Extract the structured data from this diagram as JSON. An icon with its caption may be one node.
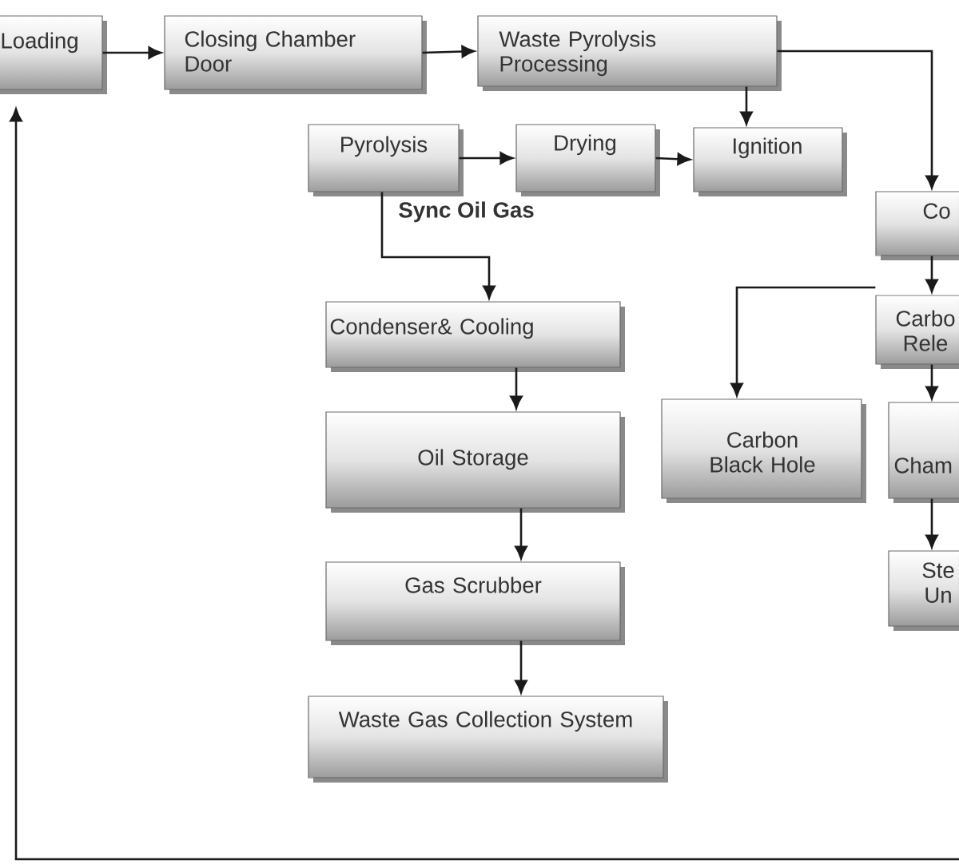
{
  "diagram": {
    "nodes": [
      {
        "text": [
          "Loading"
        ]
      },
      {
        "text": [
          "Closing Chamber Door"
        ]
      },
      {
        "text": [
          "Waste Pyrolysis Processing"
        ]
      },
      {
        "text": [
          "Pyrolysis"
        ]
      },
      {
        "text": [
          "Drying"
        ]
      },
      {
        "text": [
          "Ignition"
        ]
      },
      {
        "text": [
          "Co"
        ]
      },
      {
        "text": [
          "Condenser& Cooling"
        ]
      },
      {
        "text": [
          "Carbo Rele"
        ]
      },
      {
        "text": [
          "Oil Storage"
        ]
      },
      {
        "text": [
          "Carbon Black Hole"
        ]
      },
      {
        "text": [
          "Cham"
        ]
      },
      {
        "text": [
          "Gas Scrubber"
        ]
      },
      {
        "text": [
          "Ste Un"
        ]
      },
      {
        "text": [
          "Waste Gas Collection System"
        ]
      }
    ],
    "edges": [
      {
        "from": 0,
        "to": 1,
        "arrow": "to"
      },
      {
        "from": 1,
        "to": 2,
        "arrow": "to"
      },
      {
        "from": 2,
        "to": 5,
        "arrow": "to"
      },
      {
        "from": 2,
        "to": 6,
        "arrow": "to"
      },
      {
        "from": 3,
        "to": 4,
        "arrow": "to"
      },
      {
        "from": 4,
        "to": 5,
        "arrow": "to"
      },
      {
        "from": 3,
        "to": 7,
        "arrow": "to",
        "label": "Sync Oil Gas"
      },
      {
        "from": 7,
        "to": 9,
        "arrow": "to"
      },
      {
        "from": 9,
        "to": 12,
        "arrow": "to"
      },
      {
        "from": 12,
        "to": 14,
        "arrow": "to"
      },
      {
        "from": 6,
        "to": 8,
        "arrow": "to"
      },
      {
        "from": 8,
        "to": 10,
        "arrow": "to"
      },
      {
        "from": 8,
        "to": 11,
        "arrow": "to"
      },
      {
        "from": 11,
        "to": 13,
        "arrow": "to"
      },
      {
        "from": null,
        "to": 0,
        "arrow": "to"
      }
    ]
  }
}
